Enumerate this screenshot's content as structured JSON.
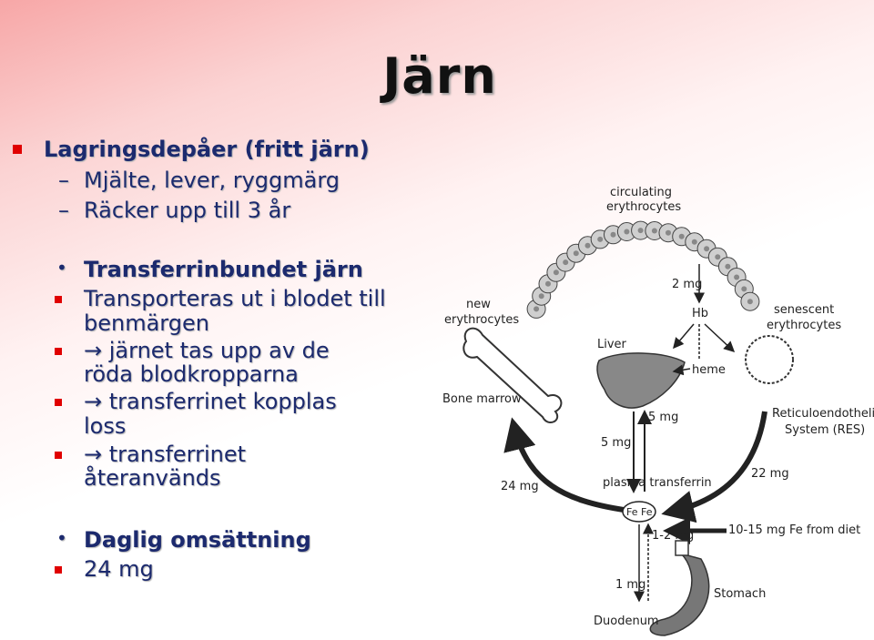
{
  "slide": {
    "title": "Järn",
    "bullets": {
      "b1": "Lagringsdepåer (fritt järn)",
      "b1_sub1": "Mjälte, lever, ryggmärg",
      "b1_sub2": "Räcker upp till 3 år",
      "b2": "Transferrinbundet järn",
      "b2_sub1_l1": "Transporteras ut i blodet till",
      "b2_sub1_l2": "benmärgen",
      "b2_sub2_l1": "järnet tas upp av de",
      "b2_sub2_l2": "röda blodkropparna",
      "b2_sub3_l1": "transferrinet kopplas",
      "b2_sub3_l2": "loss",
      "b2_sub4_l1": "transferrinet",
      "b2_sub4_l2": "återanvänds",
      "b3": "Daglig omsättning",
      "b3_sub1": "24 mg",
      "dash": "–",
      "arrow": "→"
    },
    "diagram": {
      "circulating_l1": "circulating",
      "circulating_l2": "erythrocytes",
      "new_l1": "new",
      "new_l2": "erythrocytes",
      "senescent_l1": "senescent",
      "senescent_l2": "erythrocytes",
      "hb_2mg": "2 mg",
      "hb": "Hb",
      "liver": "Liver",
      "heme": "heme",
      "bone_marrow": "Bone marrow",
      "res_l1": "Reticuloendothelial",
      "res_l2": "System (RES)",
      "five_mg_a": "5 mg",
      "five_mg_b": "5 mg",
      "plasma": "plasma transferrin",
      "twentyfour": "24 mg",
      "twentytwo": "22 mg",
      "fe1": "Fe",
      "fe2": "Fe",
      "one_two": "1-2 mg",
      "diet": "10-15 mg Fe from diet",
      "one_mg": "1 mg",
      "stomach": "Stomach",
      "duodenum": "Duodenum"
    },
    "colors": {
      "text": "#1c2a6e",
      "bullet": "#e00000",
      "gradient": "#f7a7a7"
    }
  }
}
